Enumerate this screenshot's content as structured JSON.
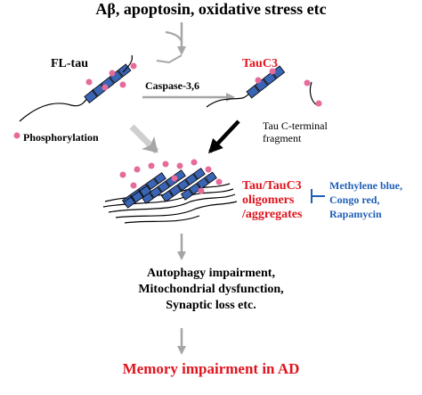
{
  "diagram": {
    "title": "Aβ, apoptosin, oxidative stress etc",
    "fl_tau_label": "FL-tau",
    "tauc3_label": "TauC3",
    "caspase_label": "Caspase-3,6",
    "phosphorylation_label": "Phosphorylation",
    "c_terminal_label": [
      "Tau C-terminal",
      "fragment"
    ],
    "oligomers_label": [
      "Tau/TauC3",
      "oligomers",
      "/aggregates"
    ],
    "inhibitors_label": [
      "Methylene blue,",
      "Congo red,",
      "Rapamycin"
    ],
    "downstream_label": [
      "Autophagy impairment,",
      "Mitochondrial dysfunction,",
      "Synaptic loss etc."
    ],
    "outcome_label": "Memory impairment in AD",
    "colors": {
      "red_text": "#e0141e",
      "blue_text": "#1f5fb8",
      "tau_segment": "#3a64b4",
      "phospho_dot": "#e56b9b",
      "arrow_gray": "#a6a6a6"
    }
  }
}
